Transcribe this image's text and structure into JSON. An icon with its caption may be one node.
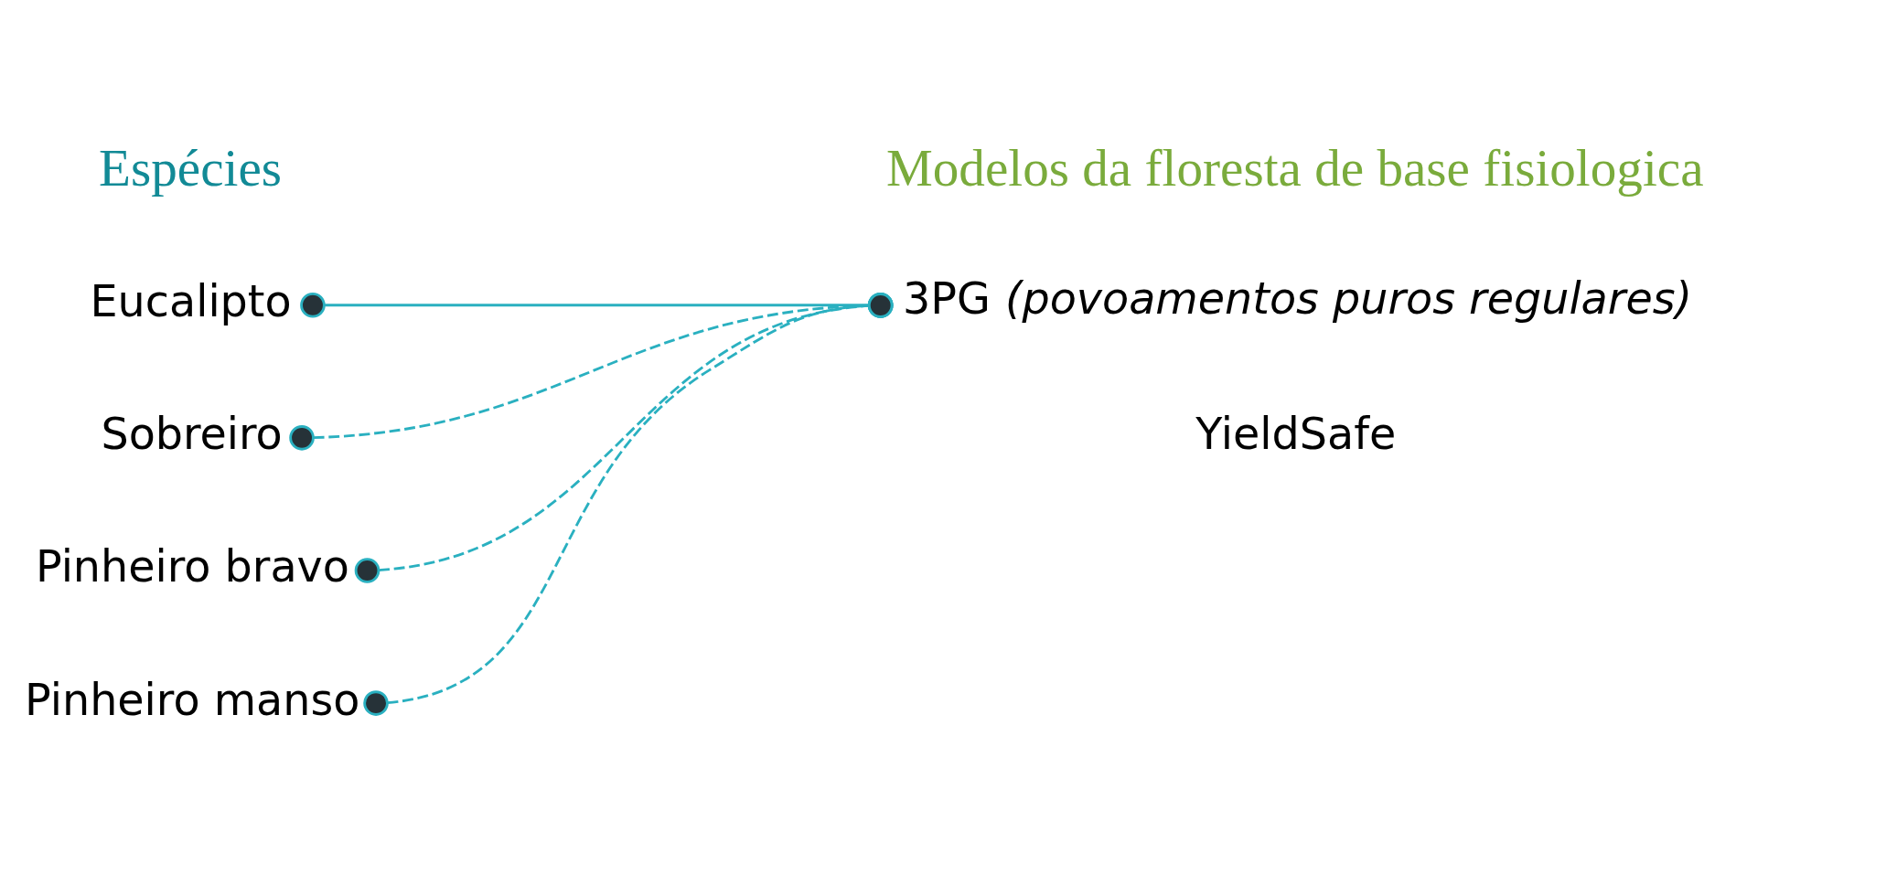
{
  "diagram": {
    "nodes": [
      {
        "text": [
          "Eucalipto"
        ]
      },
      {
        "text": [
          "Sobreiro"
        ]
      },
      {
        "text": [
          "Pinheiro bravo"
        ]
      },
      {
        "text": [
          "Pinheiro manso"
        ]
      },
      {
        "text": [
          "3PG",
          "(povoamentos puros regulares)"
        ]
      },
      {
        "text": [
          "YieldSafe"
        ]
      }
    ],
    "edges": [
      {
        "from": 0,
        "to": 4,
        "arrow": "other"
      },
      {
        "from": 1,
        "to": 4,
        "arrow": "other",
        "style": "dashed"
      },
      {
        "from": 2,
        "to": 4,
        "arrow": "other",
        "style": "dashed"
      },
      {
        "from": 3,
        "to": 4,
        "arrow": "other",
        "style": "dashed"
      }
    ],
    "labels": [
      "Espécies",
      "Modelos da floresta de base fisiologica"
    ]
  }
}
